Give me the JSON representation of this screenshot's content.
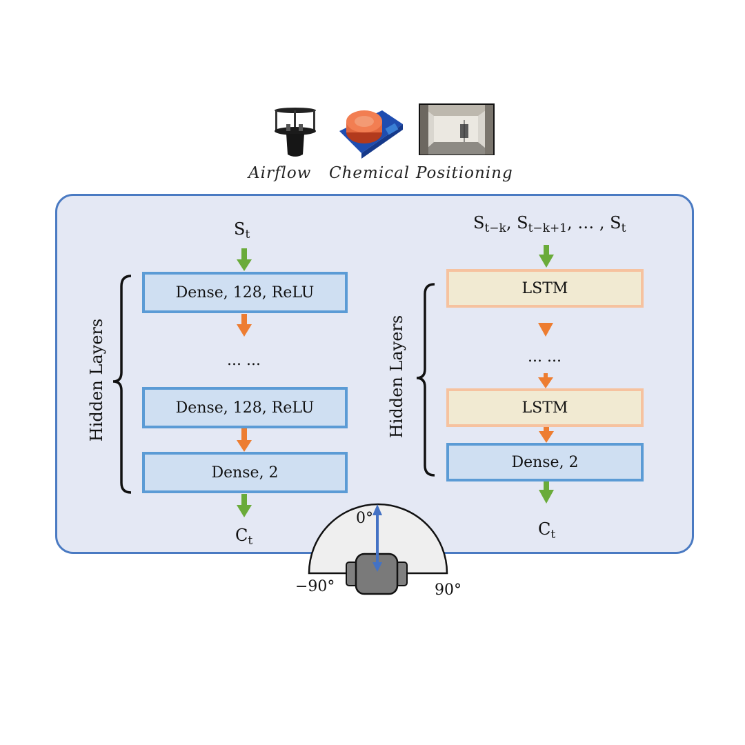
{
  "sensors": {
    "airflow": "Airflow",
    "chemical": "Chemical",
    "positioning": "Positioning"
  },
  "left_network": {
    "input": {
      "base": "S",
      "sub": "t"
    },
    "hidden_label": "Hidden Layers",
    "layer1": "Dense, 128, ReLU",
    "ellipsis": "... ...",
    "layer2": "Dense, 128, ReLU",
    "output_layer": "Dense, 2",
    "output": {
      "base": "C",
      "sub": "t"
    }
  },
  "right_network": {
    "input": {
      "a_base": "S",
      "a_sub": "t−k",
      "sep1": ", ",
      "b_base": "S",
      "b_sub": "t−k+1",
      "sep2": ", … , ",
      "c_base": "S",
      "c_sub": "t"
    },
    "hidden_label": "Hidden Layers",
    "layer1": "LSTM",
    "ellipsis": "... ...",
    "layer2": "LSTM",
    "output_layer": "Dense, 2",
    "output": {
      "base": "C",
      "sub": "t"
    }
  },
  "robot": {
    "angle_top": "0°",
    "angle_left": "−90°",
    "angle_right": "90°"
  },
  "colors": {
    "panel_bg": "#e4e8f4",
    "panel_border": "#4a7ac2",
    "dense_fill": "#cfdff2",
    "dense_border": "#5b9bd5",
    "lstm_fill": "#f1ead2",
    "lstm_border": "#f6c29f",
    "arrow_green": "#6aab3a",
    "arrow_orange": "#ed7d31",
    "heading_arrow": "#4472c4"
  }
}
